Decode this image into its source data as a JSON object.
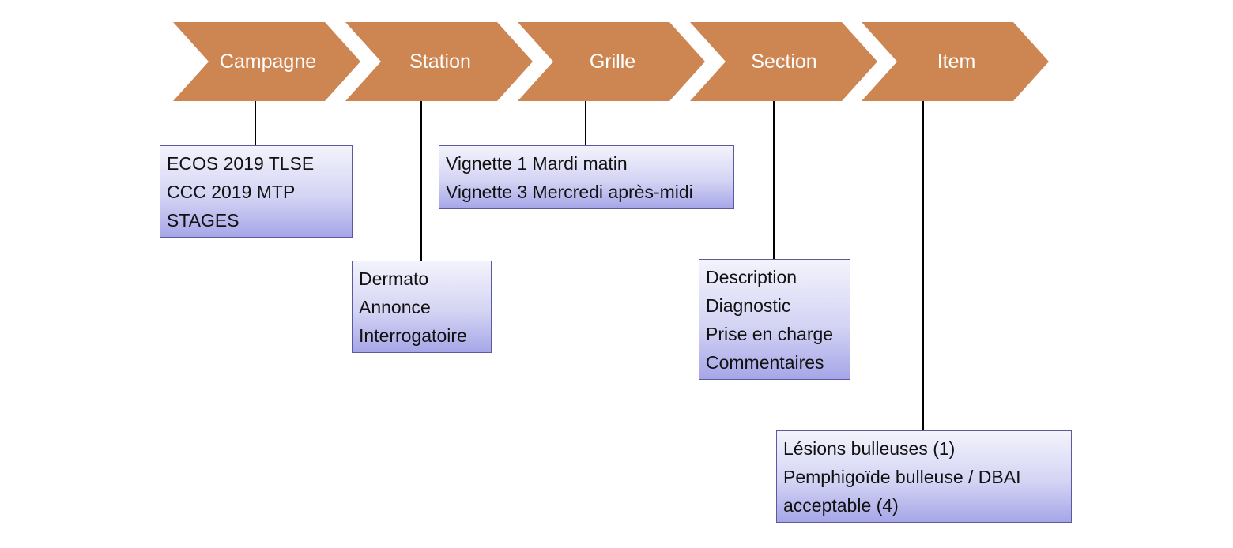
{
  "colors": {
    "chevron_fill": "#cd8552",
    "chevron_text": "#ffffff",
    "connector": "#000000",
    "box_border": "#5a5a9e",
    "box_gradient": [
      "#f3f3fc",
      "#d4d4f4",
      "#a6a6e8"
    ]
  },
  "chevrons": [
    {
      "label": "Campagne"
    },
    {
      "label": "Station"
    },
    {
      "label": "Grille"
    },
    {
      "label": "Section"
    },
    {
      "label": "Item"
    }
  ],
  "boxes": {
    "campagne": [
      "ECOS 2019 TLSE",
      "CCC 2019 MTP",
      "STAGES"
    ],
    "station": [
      "Dermato",
      "Annonce",
      "Interrogatoire"
    ],
    "grille": [
      "Vignette 1 Mardi matin",
      "Vignette 3 Mercredi après-midi"
    ],
    "section": [
      "Description",
      "Diagnostic",
      "Prise en charge",
      "Commentaires"
    ],
    "item": [
      "Lésions bulleuses (1)",
      "Pemphigoïde bulleuse / DBAI",
      "acceptable (4)"
    ]
  }
}
